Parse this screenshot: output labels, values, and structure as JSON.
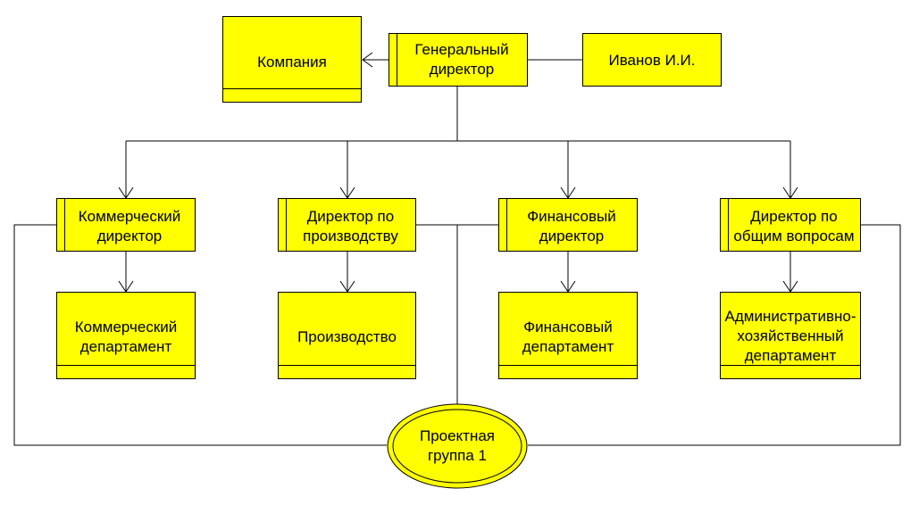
{
  "colors": {
    "box_fill": "#ffff00",
    "stroke": "#000000",
    "background": "#ffffff"
  },
  "nodes": {
    "company": "Компания",
    "general_director": "Генеральный\nдиректор",
    "ivanov": "Иванов И.И.",
    "commercial_director": "Коммерческий\nдиректор",
    "production_director": "Директор по\nпроизводству",
    "financial_director": "Финансовый\nдиректор",
    "general_affairs_director": "Директор по\nобщим вопросам",
    "commercial_department": "Коммерческий\nдепартамент",
    "production": "Производство",
    "financial_department": "Финансовый\nдепартамент",
    "admin_department": "Административно-\nхозяйственный\nдепартамент",
    "project_group": "Проектная\nгруппа 1"
  }
}
